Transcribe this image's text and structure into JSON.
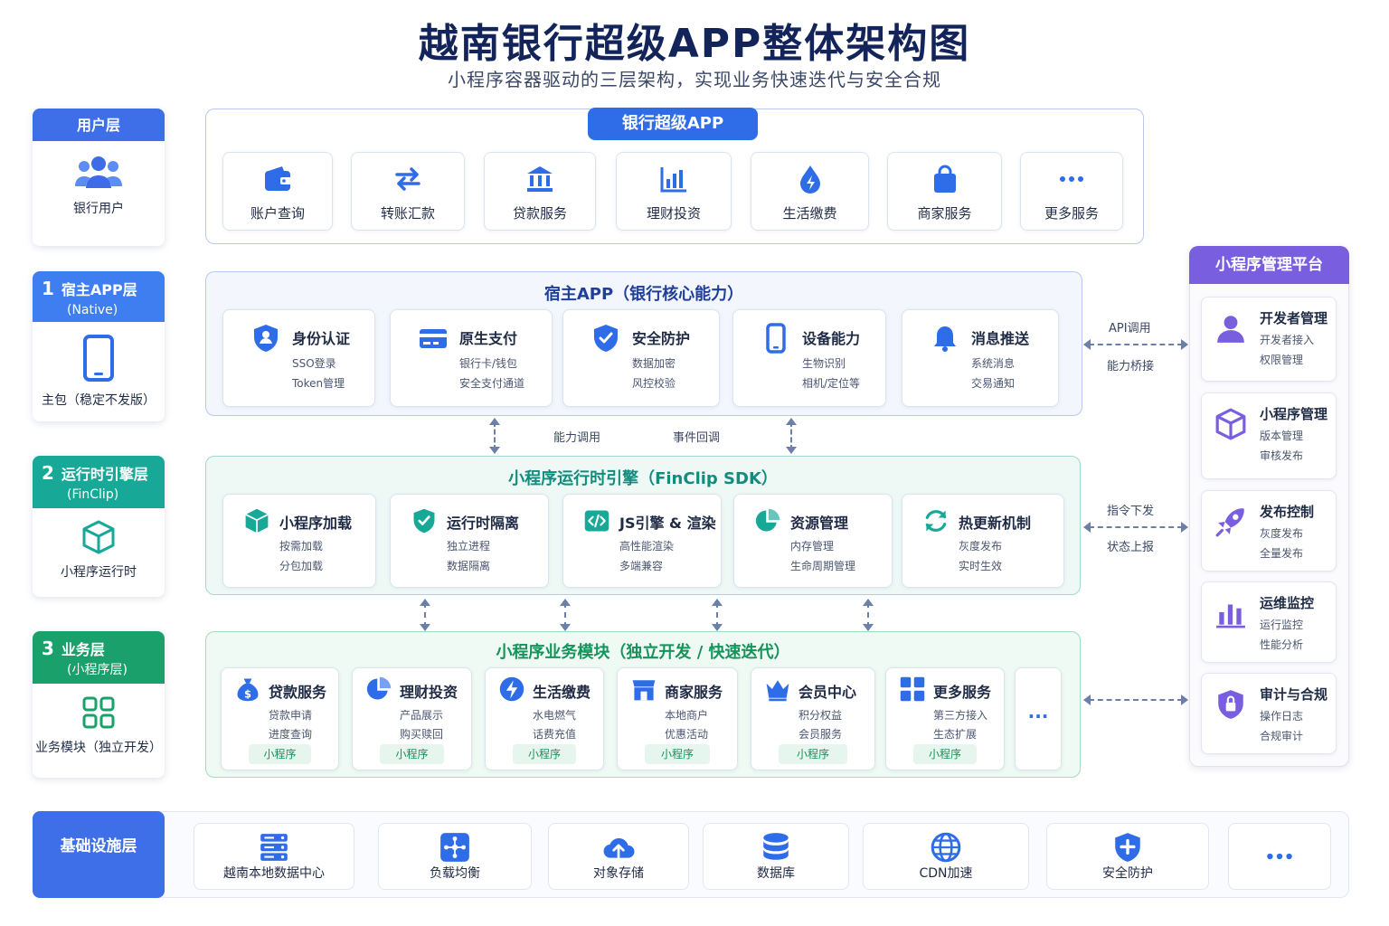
{
  "title": "越南银行超级APP整体架构图",
  "subtitle": "小程序容器驱动的三层架构，实现业务快速迭代与安全合规",
  "left_layers": {
    "user": {
      "title": "用户层",
      "label": "银行用户",
      "color": "#3e6ee8"
    },
    "host": {
      "num": "1",
      "title": "宿主APP层",
      "sub": "(Native)",
      "label": "主包（稳定不发版）",
      "color": "#3e7ef0"
    },
    "runtime": {
      "num": "2",
      "title": "运行时引擎层",
      "sub": "(FinClip)",
      "label": "小程序运行时",
      "color": "#17a898"
    },
    "business": {
      "num": "3",
      "title": "业务层",
      "sub": "(小程序层)",
      "label": "业务模块（独立开发）",
      "color": "#1aa06a"
    }
  },
  "app": {
    "title": "银行超级APP",
    "items": [
      {
        "label": "账户查询",
        "icon": "wallet-icon"
      },
      {
        "label": "转账汇款",
        "icon": "transfer-icon"
      },
      {
        "label": "贷款服务",
        "icon": "bank-icon"
      },
      {
        "label": "理财投资",
        "icon": "chart-icon"
      },
      {
        "label": "生活缴费",
        "icon": "bolt-drop-icon"
      },
      {
        "label": "商家服务",
        "icon": "shopping-bag-icon"
      },
      {
        "label": "更多服务",
        "icon": "more-icon"
      }
    ]
  },
  "host": {
    "title": "宿主APP（银行核心能力）",
    "items": [
      {
        "title": "身份认证",
        "lines": [
          "SSO登录",
          "Token管理"
        ],
        "icon": "shield-user-icon"
      },
      {
        "title": "原生支付",
        "lines": [
          "银行卡/钱包",
          "安全支付通道"
        ],
        "icon": "card-icon"
      },
      {
        "title": "安全防护",
        "lines": [
          "数据加密",
          "风控校验"
        ],
        "icon": "shield-check-icon"
      },
      {
        "title": "设备能力",
        "lines": [
          "生物识别",
          "相机/定位等"
        ],
        "icon": "phone-icon"
      },
      {
        "title": "消息推送",
        "lines": [
          "系统消息",
          "交易通知"
        ],
        "icon": "bell-icon"
      }
    ]
  },
  "between1": {
    "left": "能力调用",
    "right": "事件回调"
  },
  "runtime": {
    "title": "小程序运行时引擎（FinClip SDK）",
    "items": [
      {
        "title": "小程序加载",
        "lines": [
          "按需加载",
          "分包加载"
        ],
        "icon": "cube-icon"
      },
      {
        "title": "运行时隔离",
        "lines": [
          "独立进程",
          "数据隔离"
        ],
        "icon": "shield-check-icon"
      },
      {
        "title": "JS引擎 & 渲染",
        "lines": [
          "高性能渲染",
          "多端兼容"
        ],
        "icon": "code-icon"
      },
      {
        "title": "资源管理",
        "lines": [
          "内存管理",
          "生命周期管理"
        ],
        "icon": "pie-icon"
      },
      {
        "title": "热更新机制",
        "lines": [
          "灰度发布",
          "实时生效"
        ],
        "icon": "refresh-icon"
      }
    ]
  },
  "business": {
    "title": "小程序业务模块（独立开发 / 快速迭代）",
    "badge": "小程序",
    "more": "...",
    "items": [
      {
        "title": "贷款服务",
        "lines": [
          "贷款申请",
          "进度查询"
        ],
        "icon": "money-bag-icon"
      },
      {
        "title": "理财投资",
        "lines": [
          "产品展示",
          "购买赎回"
        ],
        "icon": "pie-icon"
      },
      {
        "title": "生活缴费",
        "lines": [
          "水电燃气",
          "话费充值"
        ],
        "icon": "bolt-icon"
      },
      {
        "title": "商家服务",
        "lines": [
          "本地商户",
          "优惠活动"
        ],
        "icon": "store-icon"
      },
      {
        "title": "会员中心",
        "lines": [
          "积分权益",
          "会员服务"
        ],
        "icon": "crown-icon"
      },
      {
        "title": "更多服务",
        "lines": [
          "第三方接入",
          "生态扩展"
        ],
        "icon": "grid-icon"
      }
    ]
  },
  "side_links": {
    "host": [
      "API调用",
      "能力桥接"
    ],
    "runtime": [
      "指令下发",
      "状态上报"
    ]
  },
  "platform": {
    "title": "小程序管理平台",
    "items": [
      {
        "title": "开发者管理",
        "lines": [
          "开发者接入",
          "权限管理"
        ],
        "icon": "user-icon"
      },
      {
        "title": "小程序管理",
        "lines": [
          "版本管理",
          "审核发布"
        ],
        "icon": "box-icon"
      },
      {
        "title": "发布控制",
        "lines": [
          "灰度发布",
          "全量发布"
        ],
        "icon": "rocket-icon"
      },
      {
        "title": "运维监控",
        "lines": [
          "运行监控",
          "性能分析"
        ],
        "icon": "bar-chart-icon"
      },
      {
        "title": "审计与合规",
        "lines": [
          "操作日志",
          "合规审计"
        ],
        "icon": "shield-lock-icon"
      }
    ]
  },
  "infra": {
    "title": "基础设施层",
    "items": [
      {
        "label": "越南本地数据中心",
        "icon": "server-icon"
      },
      {
        "label": "负载均衡",
        "icon": "network-icon"
      },
      {
        "label": "对象存储",
        "icon": "cloud-upload-icon"
      },
      {
        "label": "数据库",
        "icon": "database-icon"
      },
      {
        "label": "CDN加速",
        "icon": "globe-icon"
      },
      {
        "label": "安全防护",
        "icon": "shield-plus-icon"
      },
      {
        "label": "",
        "icon": "more-icon"
      }
    ]
  },
  "colors": {
    "blue": "#2f6de8",
    "teal": "#17a898",
    "green": "#1aa06a",
    "purple": "#7a5ee0",
    "navy": "#13245a"
  }
}
